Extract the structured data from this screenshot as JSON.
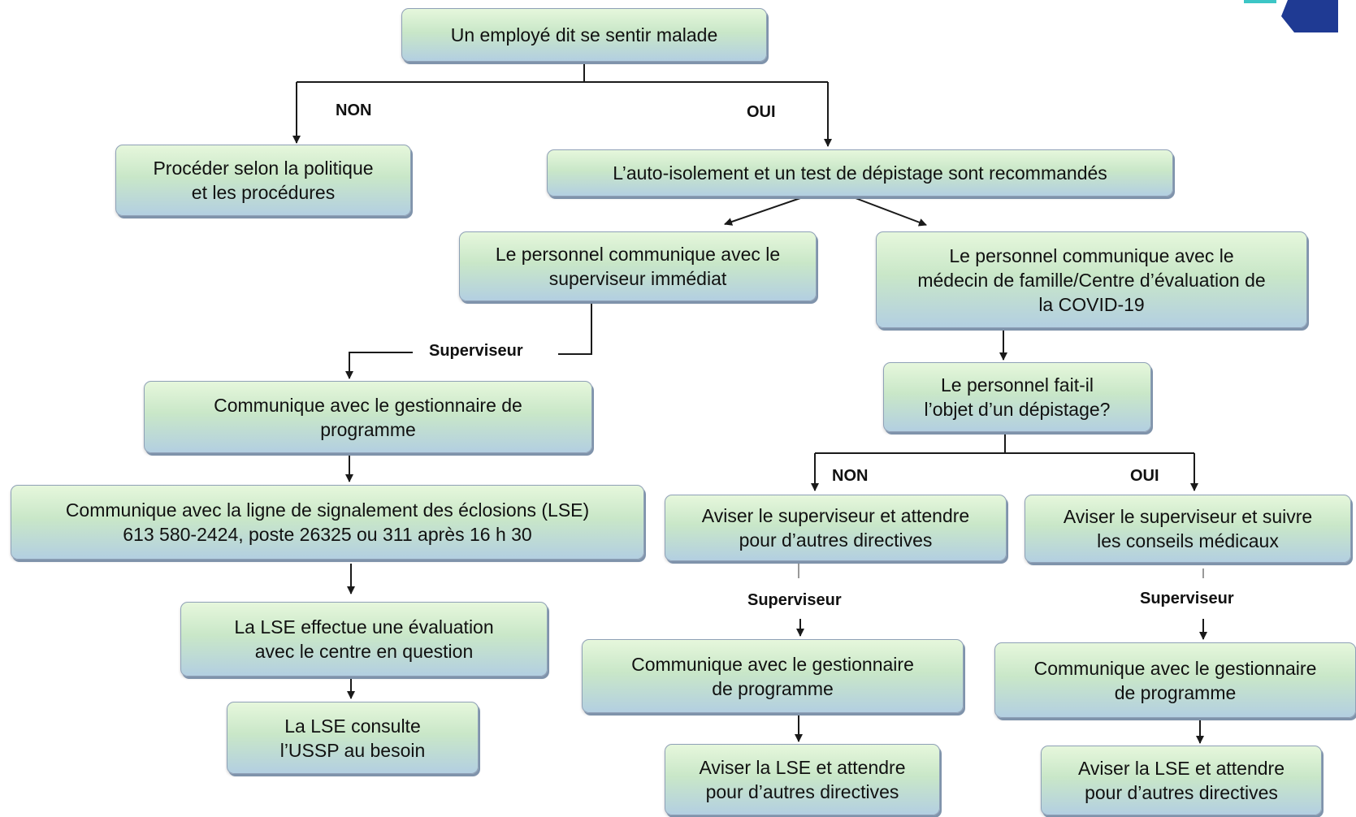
{
  "boxes": {
    "start": "Un employé dit se sentir malade",
    "no_policy": "Procéder selon la politique\net les procédures",
    "isolation": "L’auto-isolement et un test de dépistage sont recommandés",
    "supervisor_contact": "Le personnel communique avec le\nsuperviseur immédiat",
    "doctor_contact": "Le personnel communique avec le\nmédecin de famille/Centre d’évaluation de\nla COVID-19",
    "program_manager_left": "Communique avec le gestionnaire de\nprogramme",
    "lse_line": "Communique avec la ligne de signalement des éclosions (LSE)\n613 580-2424, poste 26325 ou 311 après 16 h 30",
    "lse_evaluation": "La LSE effectue une évaluation\navec le centre en question",
    "lse_consult": "La LSE consulte\nl’USSP au besoin",
    "screening_question": "Le personnel fait-il\nl’objet d’un dépistage?",
    "notify_wait": "Aviser le superviseur et attendre\npour d’autres directives",
    "notify_medical": "Aviser le superviseur et suivre\nles conseils médicaux",
    "program_manager_mid": "Communique avec le gestionnaire\nde programme",
    "program_manager_right": "Communique avec le gestionnaire\nde programme",
    "lse_wait_mid": "Aviser la LSE et attendre\npour d’autres directives",
    "lse_wait_right": "Aviser la LSE et attendre\npour d’autres directives"
  },
  "labels": {
    "non_top": "NON",
    "oui_top": "OUI",
    "superviseur_left": "Superviseur",
    "non_mid": "NON",
    "oui_mid": "OUI",
    "superviseur_mid": "Superviseur",
    "superviseur_right": "Superviseur"
  },
  "colors": {
    "box_top": "#e6f7dc",
    "box_bottom": "#b3cfe1",
    "box_border": "#8fa1b7",
    "line": "#1a1a1a",
    "logo_blue": "#1f3a93",
    "logo_teal": "#3cc6c6"
  }
}
